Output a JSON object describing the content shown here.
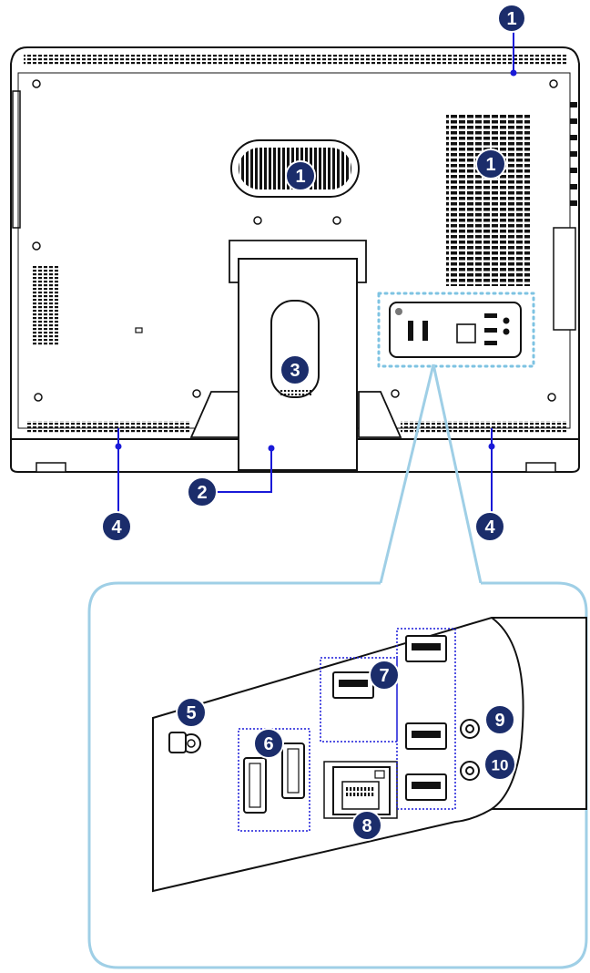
{
  "colors": {
    "callout_fill": "#1b2d6b",
    "callout_stroke": "#ffffff",
    "leader_line": "#1a1ad8",
    "zoom_outline": "#9fcfe6",
    "body_outline": "#111111",
    "body_fill": "#ffffff",
    "vent": "#111111"
  },
  "callouts": {
    "c1a": "1",
    "c1b": "1",
    "c1c": "1",
    "c2": "2",
    "c3": "3",
    "c4a": "4",
    "c4b": "4",
    "c5": "5",
    "c6": "6",
    "c7": "7",
    "c8": "8",
    "c9": "9",
    "c10": "10"
  },
  "icons": [
    "screw-icon",
    "vent-grille",
    "usb-port-icon",
    "hdmi-port-icon",
    "lan-port-icon",
    "audio-jack-icon",
    "antenna-connector-icon"
  ]
}
